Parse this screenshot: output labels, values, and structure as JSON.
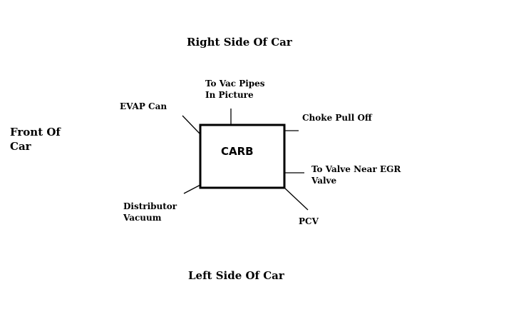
{
  "sides": {
    "right": "Right Side Of Car",
    "left": "Left Side Of Car",
    "front_line1": "Front Of",
    "front_line2": "Car"
  },
  "carb": {
    "label": "CARB"
  },
  "ports": {
    "vac_pipes_line1": "To Vac Pipes",
    "vac_pipes_line2": "In Picture",
    "evap": "EVAP Can",
    "choke": "Choke Pull Off",
    "egr_line1": "To Valve Near EGR",
    "egr_line2": "Valve",
    "distributor_line1": "Distributor",
    "distributor_line2": "Vacuum",
    "pcv": "PCV"
  },
  "colors": {
    "background": "#ffffff",
    "ink": "#000000"
  }
}
